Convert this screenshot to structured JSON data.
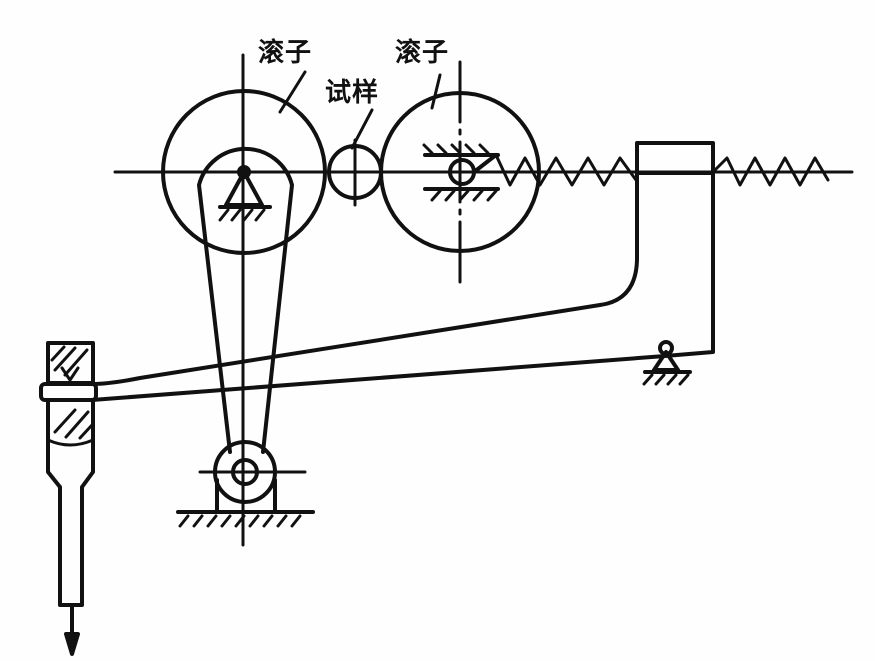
{
  "labels": {
    "roller_left": "滚子",
    "roller_right": "滚子",
    "specimen": "试样"
  },
  "colors": {
    "ink": "#111111",
    "background": "#fefefe"
  }
}
